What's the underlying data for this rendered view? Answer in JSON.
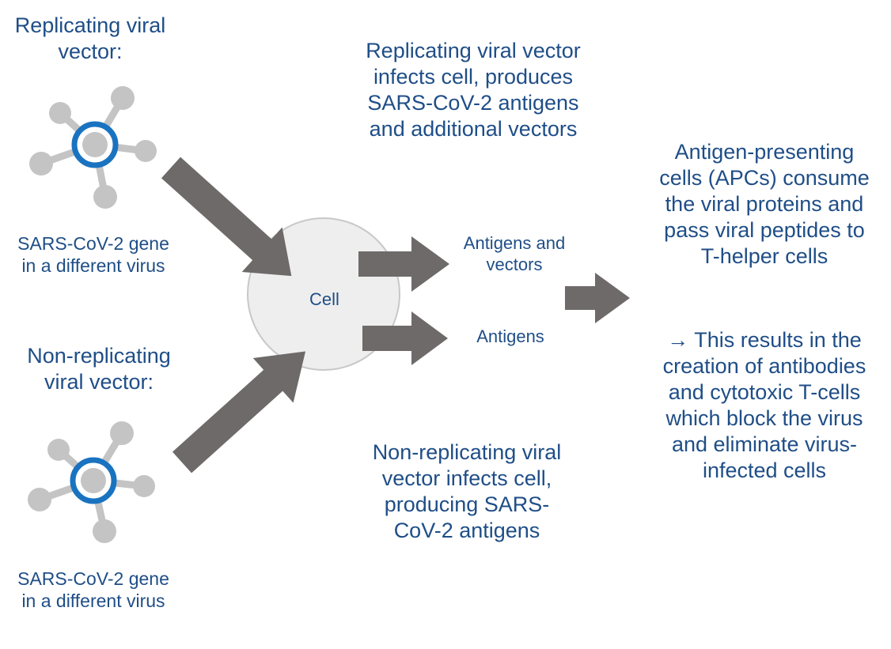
{
  "colors": {
    "text": "#1f4e87",
    "arrow": "#6e6a69",
    "molecule_grey": "#c4c4c4",
    "molecule_blue": "#1a73c0",
    "cell_fill": "#eeeeee",
    "cell_stroke": "#c8c8c8"
  },
  "icons": [
    "replicating-vector-molecule-icon",
    "non-replicating-vector-molecule-icon"
  ],
  "replicating": {
    "title_lines": [
      "Replicating viral",
      "vector:"
    ],
    "gene_lines": [
      "SARS-CoV-2 gene",
      "in a different virus"
    ],
    "process_lines": [
      "Replicating viral vector",
      "infects cell, produces",
      "SARS-CoV-2 antigens",
      "and additional vectors"
    ]
  },
  "non_replicating": {
    "title_lines": [
      "Non-replicating",
      "viral vector:"
    ],
    "gene_lines": [
      "SARS-CoV-2 gene",
      "in a different virus"
    ],
    "process_lines": [
      "Non-replicating viral",
      "vector infects cell,",
      "producing SARS-",
      "CoV-2 antigens"
    ]
  },
  "cell": {
    "label": "Cell"
  },
  "outputs": {
    "antigens_vectors_lines": [
      "Antigens and",
      "vectors"
    ],
    "antigens": "Antigens"
  },
  "result": {
    "apc_lines": [
      "Antigen-presenting",
      "cells (APCs) consume",
      "the viral proteins and",
      "pass viral peptides to",
      "T-helper cells"
    ],
    "outcome_lines": [
      "→ This results in the",
      "creation of antibodies",
      "and cytotoxic T-cells",
      "which block the virus",
      "and eliminate virus-",
      "infected cells"
    ]
  }
}
